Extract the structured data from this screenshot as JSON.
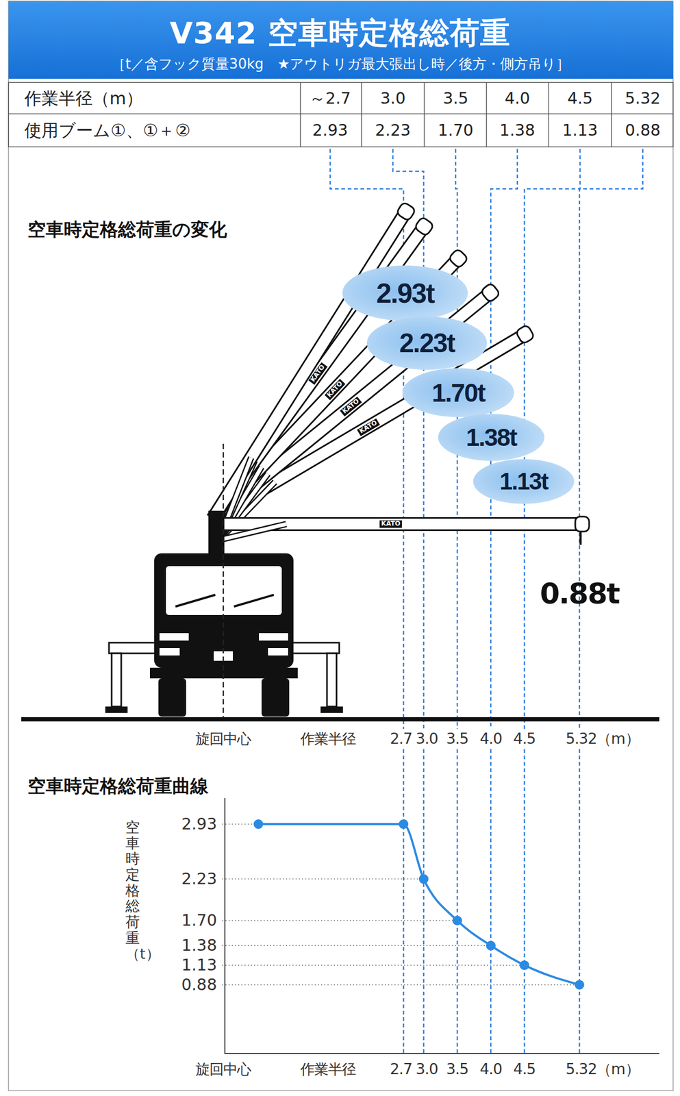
{
  "diagram": {
    "title": "V342 空車時定格総荷重",
    "nodes": [
      {
        "text": [
          "2.93t"
        ]
      },
      {
        "text": [
          "2.23t"
        ]
      },
      {
        "text": [
          "1.70t"
        ]
      },
      {
        "text": [
          "1.38t"
        ]
      },
      {
        "text": [
          "1.13t"
        ]
      }
    ],
    "labels": [
      "［t／含フック質量30kg　★アウトリガ最大張出し時／後方・側方吊り］",
      "作業半径（m）",
      "～2.7",
      "3.0",
      "3.5",
      "4.0",
      "4.5",
      "5.32",
      "使用ブーム①、①＋②",
      "2.93",
      "2.23",
      "1.70",
      "1.38",
      "1.13",
      "0.88",
      "空車時定格総荷重の変化",
      "KATO",
      "KATO",
      "KATO",
      "KATO",
      "KATO",
      "0.88t",
      "旋回中心",
      "作業半径",
      "2.7",
      "3.0",
      "3.5",
      "4.0",
      "4.5",
      "5.32（m）",
      "空車時定格総荷重曲線",
      "空車時定格総荷重（t）",
      "2.93",
      "2.23",
      "1.70",
      "1.38",
      "1.13",
      "0.88",
      "旋回中心",
      "作業半径",
      "2.7",
      "3.0",
      "3.5",
      "4.0",
      "4.5",
      "5.32（m）"
    ]
  }
}
